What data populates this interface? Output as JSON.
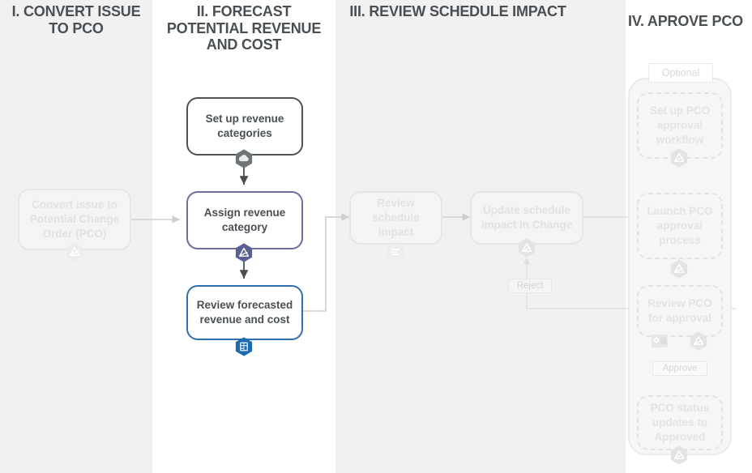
{
  "diagram": {
    "title_bar_present": false,
    "phases": [
      {
        "id": "p1",
        "label": "I. CONVERT ISSUE TO PCO",
        "state": "active"
      },
      {
        "id": "p2",
        "label": "II. FORECAST POTENTIAL REVENUE AND COST",
        "state": "active"
      },
      {
        "id": "p3",
        "label": "III. REVIEW SCHEDULE IMPACT",
        "state": "active"
      },
      {
        "id": "p4",
        "label": "IV. APROVE PCO",
        "state": "active"
      }
    ],
    "nodes": [
      {
        "id": "n1",
        "label": "Convert issue to Potential Change Order (PCO)",
        "state": "ghost",
        "badges": [
          "procore-icon"
        ]
      },
      {
        "id": "n2",
        "label": "Set up revenue categories",
        "state": "active",
        "accent": "#4d5257",
        "badges": [
          "cloud-icon"
        ]
      },
      {
        "id": "n3",
        "label": "Assign revenue category",
        "state": "active",
        "accent": "#6b6f9e",
        "badges": [
          "procore-icon"
        ]
      },
      {
        "id": "n4",
        "label": "Review forecasted revenue and cost",
        "state": "active",
        "accent": "#2f6fad",
        "badges": [
          "calculator-icon"
        ]
      },
      {
        "id": "n5",
        "label": "Review schedule impact",
        "state": "ghost",
        "badges": [
          "schedule-icon"
        ]
      },
      {
        "id": "n6",
        "label": "Update schedule impact in Change",
        "state": "ghost",
        "badges": [
          "procore-icon"
        ]
      },
      {
        "id": "n7",
        "label": "Set up PCO approval workflow",
        "state": "ghost-dashed",
        "badges": [
          "procore-icon"
        ]
      },
      {
        "id": "n8",
        "label": "Launch PCO approval process",
        "state": "ghost-dashed",
        "badges": [
          "procore-icon"
        ]
      },
      {
        "id": "n9",
        "label": "Review PCO for approval",
        "state": "ghost-dashed",
        "badges": [
          "mail-icon",
          "procore-icon"
        ]
      },
      {
        "id": "n10",
        "label": "PCO status updates to Approved",
        "state": "ghost-dashed",
        "badges": [
          "procore-icon"
        ]
      }
    ],
    "groups": [
      {
        "id": "g1",
        "label": "Optional",
        "state": "ghost"
      }
    ],
    "edge_labels": [
      {
        "id": "e-reject",
        "label": "Reject"
      },
      {
        "id": "e-approve",
        "label": "Approve"
      }
    ],
    "colors": {
      "lane_shaded": "#f1f1f1",
      "lane_plain": "#ffffff",
      "heading": "#4a4f54",
      "node_text": "#4a4f54",
      "accent_dark": "#4d5257",
      "accent_purple": "#6b6f9e",
      "accent_blue": "#2f6fad",
      "ghost": "#e4e4e4",
      "badge_grey": "#6f7478",
      "badge_purple": "#5b6093",
      "badge_blue": "#1c6ab0"
    }
  }
}
